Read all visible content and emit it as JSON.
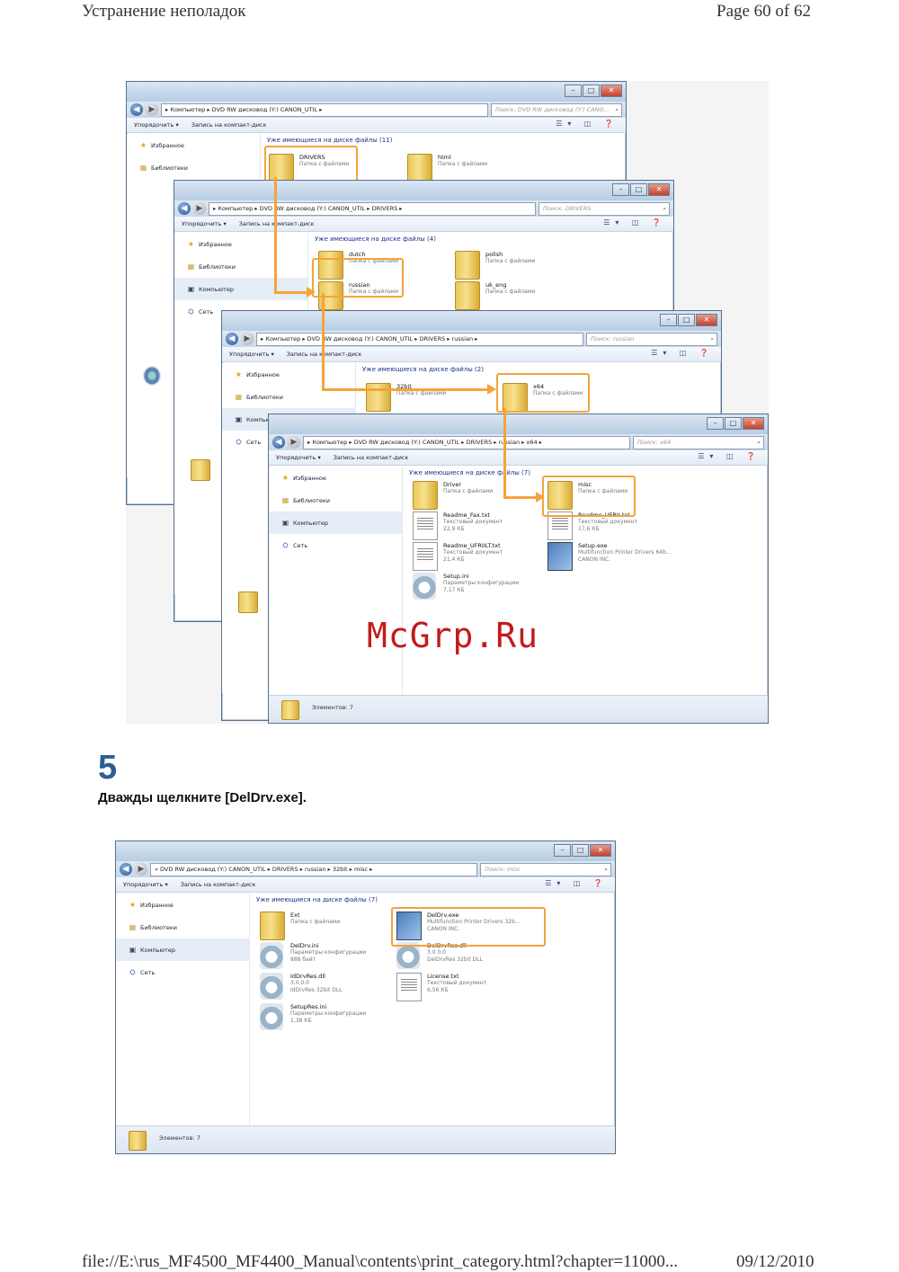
{
  "page_header": {
    "title": "Устранение неполадок",
    "page": "Page 60 of 62"
  },
  "page_footer": {
    "path": "file://E:\\rus_MF4500_MF4400_Manual\\contents\\print_category.html?chapter=11000...",
    "date": "09/12/2010"
  },
  "watermark": "McGrp.Ru",
  "step": {
    "number": "5",
    "instruction": "Дважды щелкните [DelDrv.exe]."
  },
  "explorer_common": {
    "organize": "Упорядочить ▾",
    "burn": "Запись на компакт-диск",
    "nav": {
      "favorites": "Избранное",
      "libraries": "Библиотеки",
      "computer": "Компьютер",
      "network": "Сеть"
    },
    "group_prefix": "Уже имеющиеся на диске файлы",
    "status": "Элементов: 7"
  },
  "windows": [
    {
      "path": "▸ Компьютер ▸ DVD RW дисковод (Y:) CANON_UTIL ▸",
      "search": "Поиск: DVD RW дисковод (Y:) CANO...",
      "group": "Уже имеющиеся на диске файлы (11)",
      "items": [
        {
          "name": "DRIVERS",
          "type": "Папка с файлами"
        },
        {
          "name": "html",
          "type": "Папка с файлами"
        }
      ]
    },
    {
      "path": "▸ Компьютер ▸ DVD RW дисковод (Y:) CANON_UTIL ▸ DRIVERS ▸",
      "search": "Поиск: DRIVERS",
      "group": "Уже имеющиеся на диске файлы (4)",
      "items": [
        {
          "name": "dutch",
          "type": "Папка с файлами"
        },
        {
          "name": "polish",
          "type": "Папка с файлами"
        },
        {
          "name": "russian",
          "type": "Папка с файлами"
        },
        {
          "name": "uk_eng",
          "type": "Папка с файлами"
        }
      ]
    },
    {
      "path": "▸ Компьютер ▸ DVD RW дисковод (Y:) CANON_UTIL ▸ DRIVERS ▸ russian ▸",
      "search": "Поиск: russian",
      "group": "Уже имеющиеся на диске файлы (2)",
      "items": [
        {
          "name": "32bit",
          "type": "Папка с файлами"
        },
        {
          "name": "x64",
          "type": "Папка с файлами"
        }
      ]
    },
    {
      "path": "▸ Компьютер ▸ DVD RW дисковод (Y:) CANON_UTIL ▸ DRIVERS ▸ russian ▸ x64 ▸",
      "search": "Поиск: x64",
      "group": "Уже имеющиеся на диске файлы (7)",
      "items": [
        {
          "name": "Driver",
          "type": "Папка с файлами",
          "size": ""
        },
        {
          "name": "misc",
          "type": "Папка с файлами",
          "size": ""
        },
        {
          "name": "Readme_Fax.txt",
          "type": "Текстовый документ",
          "size": "22,9 КБ"
        },
        {
          "name": "Readme_UFRII.txt",
          "type": "Текстовый документ",
          "size": "17,6 КБ"
        },
        {
          "name": "Readme_UFRIILT.txt",
          "type": "Текстовый документ",
          "size": "21,4 КБ"
        },
        {
          "name": "Setup.exe",
          "type": "Multifunction Printer Drivers 64b...",
          "size": "CANON INC."
        },
        {
          "name": "Setup.ini",
          "type": "Параметры конфигурации",
          "size": "7,17 КБ"
        }
      ]
    },
    {
      "path": "« DVD RW дисковод (Y:) CANON_UTIL ▸ DRIVERS ▸ russian ▸ 32bit ▸ misc ▸",
      "search": "Поиск: misc",
      "group": "Уже имеющиеся на диске файлы (7)",
      "items": [
        {
          "name": "Ext",
          "type": "Папка с файлами",
          "size": ""
        },
        {
          "name": "DelDrv.exe",
          "type": "Multifunction Printer Drivers 32b...",
          "size": "CANON INC."
        },
        {
          "name": "DelDrv.ini",
          "type": "Параметры конфигурации",
          "size": "888 байт"
        },
        {
          "name": "DelDrvRes.dll",
          "type": "3.0.0.0",
          "size": "DelDrvRes 32bit DLL"
        },
        {
          "name": "IdDrvRes.dll",
          "type": "3.0.0.0",
          "size": "IdDrvRes 32bit DLL"
        },
        {
          "name": "License.txt",
          "type": "Текстовый документ",
          "size": "6,56 КБ"
        },
        {
          "name": "SetupRes.ini",
          "type": "Параметры конфигурации",
          "size": "1,38 КБ"
        }
      ]
    }
  ]
}
